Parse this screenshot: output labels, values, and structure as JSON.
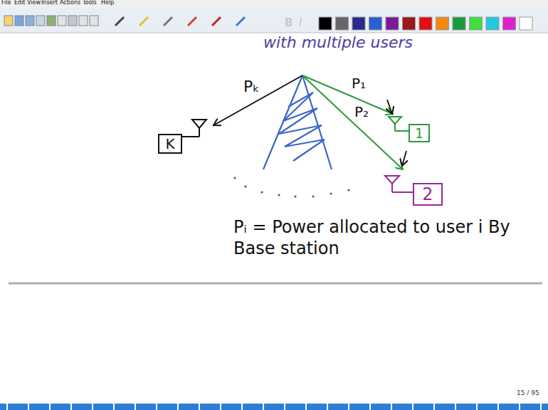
{
  "diagram": {
    "title": "with multiple users",
    "nodes": [
      {
        "text": [
          "K"
        ]
      },
      {
        "text": [
          "1"
        ]
      },
      {
        "text": [
          "2"
        ]
      }
    ],
    "labels": [
      "File",
      "Edit",
      "View",
      "Insert",
      "Actions",
      "Tools",
      "Help",
      "B",
      "I",
      "Pₖ",
      "P₁",
      "P₂",
      "Pᵢ = Power allocated to user i By Base station",
      "15 / 95"
    ]
  }
}
